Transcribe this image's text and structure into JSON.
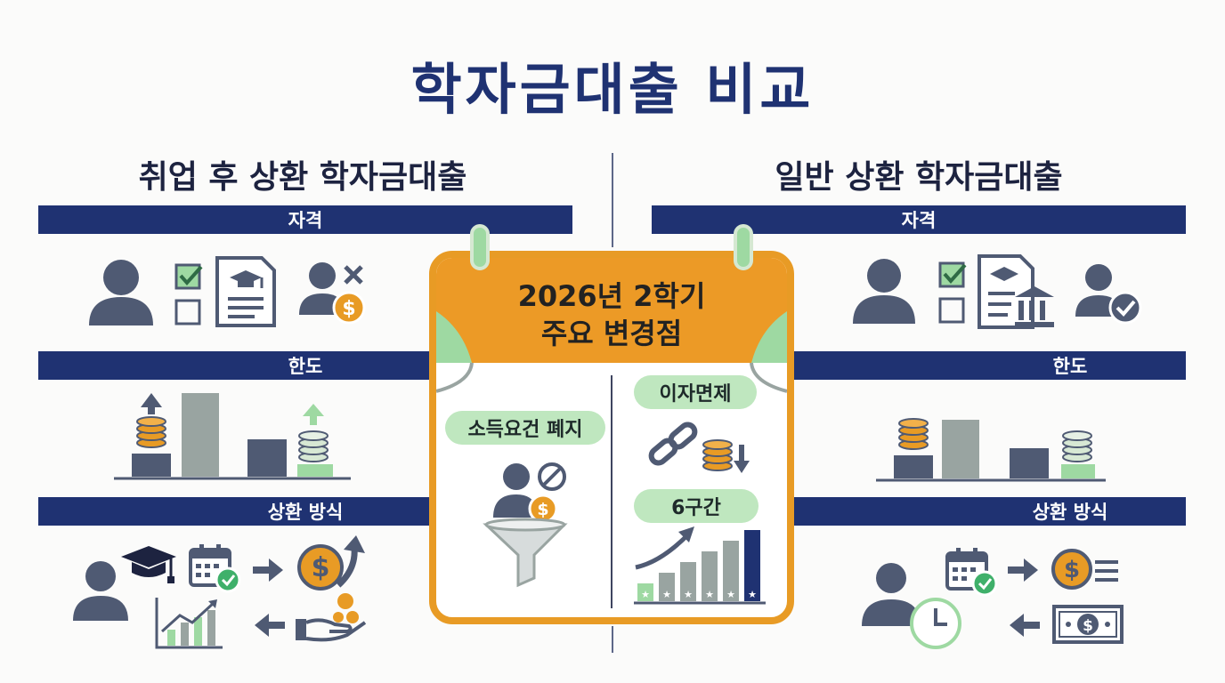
{
  "title": "학자금대출 비교",
  "left": {
    "heading": "취업 후 상환 학자금대출",
    "sections": [
      "자격",
      "한도",
      "상환 방식"
    ]
  },
  "right": {
    "heading": "일반 상환 학자금대출",
    "sections": [
      "자격",
      "한도",
      "상환 방식"
    ]
  },
  "center": {
    "title_line1": "2026년 2학기",
    "title_line2": "주요 변경점",
    "item_left": "소득요건 폐지",
    "item_right_top": "이자면제",
    "item_right_bottom": "6구간"
  },
  "colors": {
    "navy": "#1f3272",
    "slate": "#4f5a73",
    "gray_bar": "#99a4a1",
    "coin": "#e89b25",
    "green": "#9ed9a2",
    "orange": "#ec9a26"
  },
  "icons": [
    "person-icon",
    "checkbox-checked-icon",
    "checkbox-empty-icon",
    "diploma-document-icon",
    "person-x-coin-icon",
    "arrow-up-icon",
    "coin-stack-icon",
    "bar-chart-icon",
    "graduation-cap-icon",
    "calendar-check-icon",
    "arrow-right-icon",
    "dollar-coin-arrow-icon",
    "growth-chart-icon",
    "arrow-left-icon",
    "hand-coins-icon",
    "bank-document-icon",
    "person-check-icon",
    "clock-icon",
    "banknote-icon",
    "funnel-person-icon",
    "broken-chain-icon",
    "arrow-down-icon",
    "step-bars-icon"
  ]
}
